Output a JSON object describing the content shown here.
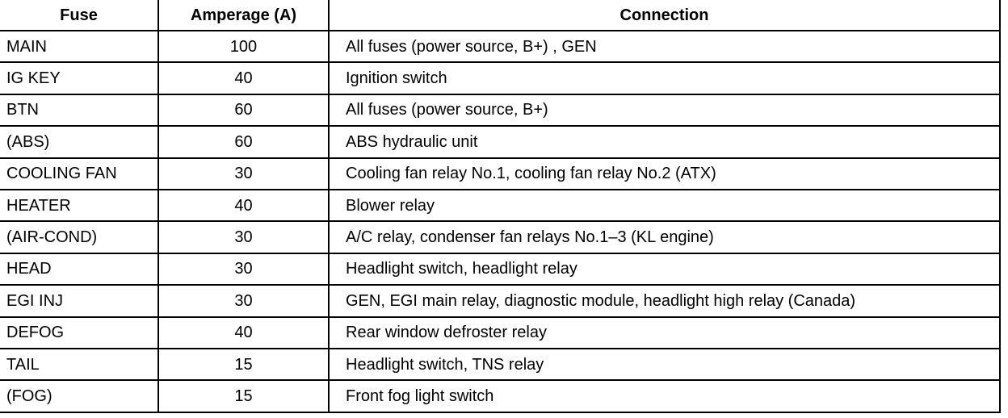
{
  "table": {
    "headers": {
      "fuse": "Fuse",
      "amperage": "Amperage (A)",
      "connection": "Connection"
    },
    "rows": [
      {
        "fuse": "MAIN",
        "amperage": "100",
        "connection": "All fuses (power source, B+) , GEN"
      },
      {
        "fuse": "IG KEY",
        "amperage": "40",
        "connection": "Ignition switch"
      },
      {
        "fuse": "BTN",
        "amperage": "60",
        "connection": "All fuses (power source, B+)"
      },
      {
        "fuse": "(ABS)",
        "amperage": "60",
        "connection": "ABS hydraulic unit"
      },
      {
        "fuse": "COOLING FAN",
        "amperage": "30",
        "connection": "Cooling fan relay No.1, cooling fan relay No.2 (ATX)"
      },
      {
        "fuse": "HEATER",
        "amperage": "40",
        "connection": "Blower relay"
      },
      {
        "fuse": "(AIR-COND)",
        "amperage": "30",
        "connection": "A/C relay, condenser fan relays No.1–3 (KL engine)"
      },
      {
        "fuse": "HEAD",
        "amperage": "30",
        "connection": "Headlight switch, headlight relay"
      },
      {
        "fuse": "EGI INJ",
        "amperage": "30",
        "connection": "GEN, EGI main relay, diagnostic module, headlight high relay (Canada)"
      },
      {
        "fuse": "DEFOG",
        "amperage": "40",
        "connection": "Rear window defroster relay"
      },
      {
        "fuse": "TAIL",
        "amperage": "15",
        "connection": "Headlight switch, TNS relay"
      },
      {
        "fuse": "(FOG)",
        "amperage": "15",
        "connection": "Front fog light switch"
      }
    ]
  }
}
